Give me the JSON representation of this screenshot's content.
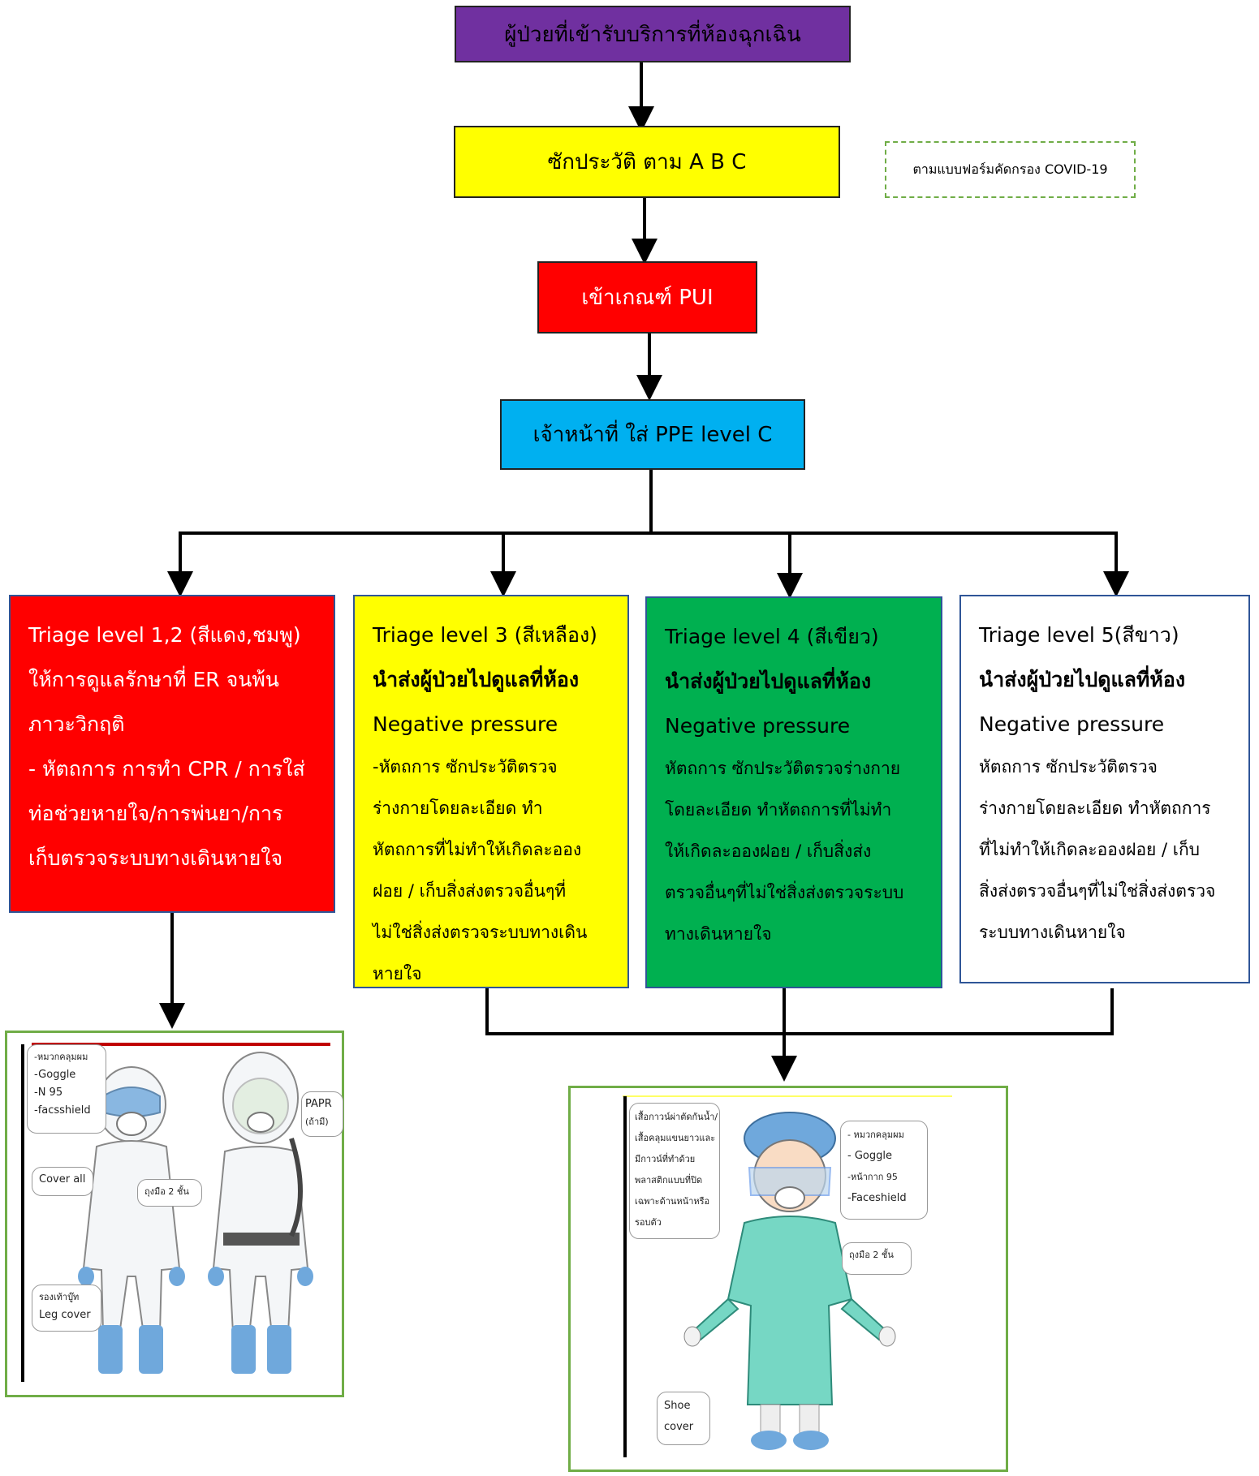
{
  "flow": {
    "step1": "ผู้ป่วยที่เข้ารับบริการที่ห้องฉุกเฉิน",
    "step2": "ซักประวัติ ตาม A  B  C",
    "side_note": "ตามแบบฟอร์มคัดกรอง COVID-19",
    "step3": "เข้าเกณฑ์  PUI",
    "step4": "เจ้าหน้าที่ ใส่ PPE level C"
  },
  "triage": [
    {
      "color": "#ff0000",
      "lines": [
        "Triage level 1,2 (สีแดง,ชมพู)",
        "ให้การดูแลรักษาที่ ER จนพ้น",
        "ภาวะวิกฤติ",
        "- หัตถการ การทำ CPR / การใส่",
        "ท่อช่วยหายใจ/การพ่นยา/การ",
        "เก็บตรวจระบบทางเดินหายใจ"
      ]
    },
    {
      "color": "#ffff00",
      "title": "Triage level 3 (สีเหลือง)",
      "line2": "นำส่งผู้ป่วยไปดูแลที่ห้อง",
      "line3": "Negative pressure",
      "details": [
        "-หัตถการ ซักประวัติตรวจ",
        "ร่างกายโดยละเอียด ทำ",
        "หัตถการที่ไม่ทำให้เกิดละออง",
        "ฝอย / เก็บสิ่งส่งตรวจอื่นๆที่",
        "ไม่ใช่สิ่งส่งตรวจระบบทางเดิน",
        "หายใจ"
      ]
    },
    {
      "color": "#00b050",
      "title": "Triage level 4 (สีเขียว)",
      "line2": "นำส่งผู้ป่วยไปดูแลที่ห้อง",
      "line3": "Negative pressure",
      "details": [
        "หัตถการ ซักประวัติตรวจร่างกาย",
        "โดยละเอียด ทำหัตถการที่ไม่ทำ",
        "ให้เกิดละอองฝอย / เก็บสิ่งส่ง",
        "ตรวจอื่นๆที่ไม่ใช่สิ่งส่งตรวจระบบ",
        "ทางเดินหายใจ"
      ]
    },
    {
      "color": "#ffffff",
      "title": "Triage level 5(สีขาว)",
      "line2": "นำส่งผู้ป่วยไปดูแลที่ห้อง",
      "line3": "Negative pressure",
      "details": [
        "หัตถการ ซักประวัติตรวจ",
        "ร่างกายโดยละเอียด ทำหัตถการ",
        "ที่ไม่ทำให้เกิดละอองฝอย / เก็บ",
        "สิ่งส่งตรวจอื่นๆที่ไม่ใช่สิ่งส่งตรวจ",
        "ระบบทางเดินหายใจ"
      ]
    }
  ],
  "ppe_left": {
    "callout_head": [
      "-หมวกคลุมผม",
      "-Goggle",
      "-N 95",
      "-facsshield"
    ],
    "callout_papr": [
      "PAPR",
      "(ถ้ามี)"
    ],
    "callout_cover": "Cover all",
    "callout_gloves": "ถุงมือ 2 ชั้น",
    "callout_legs": [
      "รองเท้าบู๊ท",
      "Leg cover"
    ]
  },
  "ppe_right": {
    "callout_gown": [
      "เสื้อกาวน์ผ่าตัดกันน้ำ/",
      "เสื้อคลุมแขนยาวและ",
      "มีกาวน์ที่ทำด้วย",
      "พลาสติกแบบที่ปิด",
      "เฉพาะด้านหน้าหรือ",
      "รอบตัว"
    ],
    "callout_head": [
      "- หมวกคลุมผม",
      "- Goggle",
      "-หน้ากาก 95",
      "-Faceshield"
    ],
    "callout_gloves": "ถุงมือ  2 ชั้น",
    "callout_shoe": [
      "Shoe",
      "cover"
    ]
  }
}
